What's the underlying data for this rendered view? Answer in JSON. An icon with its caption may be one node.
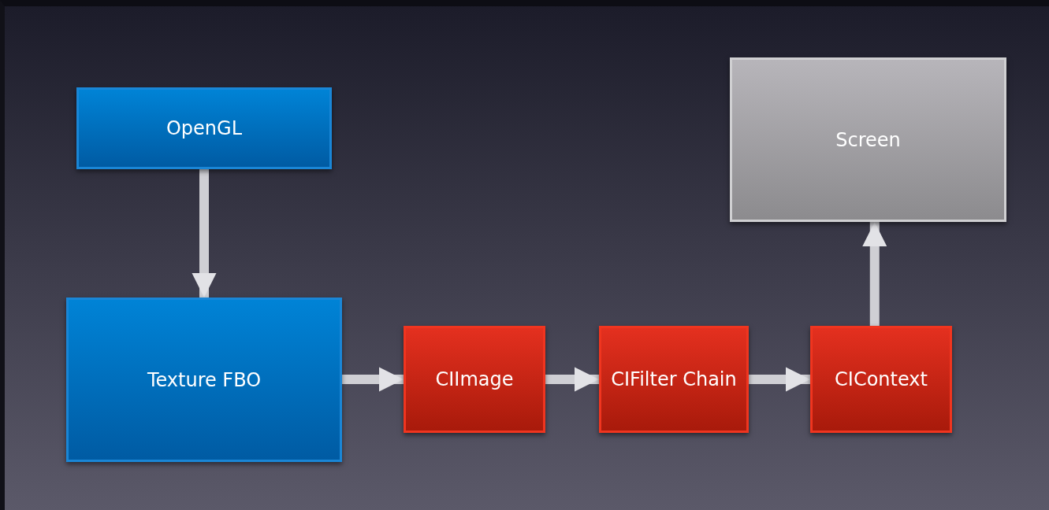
{
  "diagram": {
    "nodes": [
      {
        "text": [
          "OpenGL"
        ]
      },
      {
        "text": [
          "Screen"
        ]
      },
      {
        "text": [
          "Texture FBO"
        ]
      },
      {
        "text": [
          "CIImage"
        ]
      },
      {
        "text": [
          "CIFilter Chain"
        ]
      },
      {
        "text": [
          "CIContext"
        ]
      }
    ],
    "edges": [
      {
        "from": 0,
        "to": 2,
        "arrow": "to"
      },
      {
        "from": 2,
        "to": 3,
        "arrow": "to"
      },
      {
        "from": 3,
        "to": 4,
        "arrow": "to"
      },
      {
        "from": 4,
        "to": 5,
        "arrow": "to"
      },
      {
        "from": 5,
        "to": 1,
        "arrow": "to"
      }
    ]
  }
}
